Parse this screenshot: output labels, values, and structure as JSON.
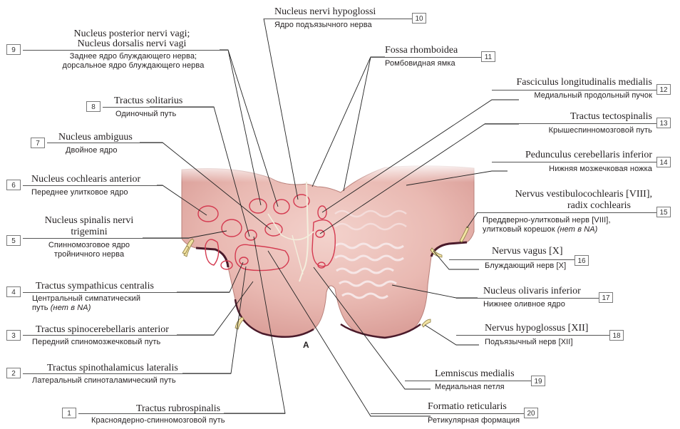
{
  "figure_letter": "A",
  "labels": [
    {
      "num": "1",
      "latin": "Tractus rubrospinalis",
      "russian": "Красноядерно-спинномозговой путь"
    },
    {
      "num": "2",
      "latin": "Tractus spinothalamicus lateralis",
      "russian": "Латеральный спиноталамический путь"
    },
    {
      "num": "3",
      "latin": "Tractus spinocerebellaris anterior",
      "russian": "Передний спиномозжечковый путь"
    },
    {
      "num": "4",
      "latin": "Tractus sympathicus centralis",
      "russian_1": "Центральный симпатический",
      "russian_2": "путь",
      "russian_note": "(нет в NA)"
    },
    {
      "num": "5",
      "latin_1": "Nucleus spinalis nervi",
      "latin_2": "trigemini",
      "russian_1": "Спинномозговое ядро",
      "russian_2": "тройничного нерва"
    },
    {
      "num": "6",
      "latin": "Nucleus cochlearis anterior",
      "russian": "Переднее улитковое ядро"
    },
    {
      "num": "7",
      "latin": "Nucleus ambiguus",
      "russian": "Двойное ядро"
    },
    {
      "num": "8",
      "latin": "Tractus solitarius",
      "russian": "Одиночный путь"
    },
    {
      "num": "9",
      "latin_1": "Nucleus posterior nervi vagi;",
      "latin_2": "Nucleus dorsalis nervi vagi",
      "russian_1": "Заднее ядро блуждающего нерва;",
      "russian_2": "дорсальное ядро блуждающего нерва"
    },
    {
      "num": "10",
      "latin": "Nucleus nervi hypoglossi",
      "russian": "Ядро подъязычного нерва"
    },
    {
      "num": "11",
      "latin": "Fossa rhomboidea",
      "russian": "Ромбовидная ямка"
    },
    {
      "num": "12",
      "latin": "Fasciculus longitudinalis medialis",
      "russian": "Медиальный продольный пучок"
    },
    {
      "num": "13",
      "latin": "Tractus tectospinalis",
      "russian": "Крышеспинномозговой путь"
    },
    {
      "num": "14",
      "latin": "Pedunculus cerebellaris inferior",
      "russian": "Нижняя мозжечковая ножка"
    },
    {
      "num": "15",
      "latin_1": "Nervus vestibulocochlearis [VIII],",
      "latin_2": "radix cochlearis",
      "russian_1": "Преддверно-улитковый нерв [VIII],",
      "russian_2": "улитковый корешок",
      "russian_note": "(нет в NA)"
    },
    {
      "num": "16",
      "latin": "Nervus vagus [X]",
      "russian": "Блуждающий нерв [X]"
    },
    {
      "num": "17",
      "latin": "Nucleus olivaris inferior",
      "russian": "Нижнее оливное ядро"
    },
    {
      "num": "18",
      "latin": "Nervus hypoglossus [XII]",
      "russian": "Подъязычный нерв [XII]"
    },
    {
      "num": "19",
      "latin": "Lemniscus medialis",
      "russian": "Медиальная петля"
    },
    {
      "num": "20",
      "latin": "Formatio reticularis",
      "russian": "Ретикулярная формация"
    }
  ]
}
